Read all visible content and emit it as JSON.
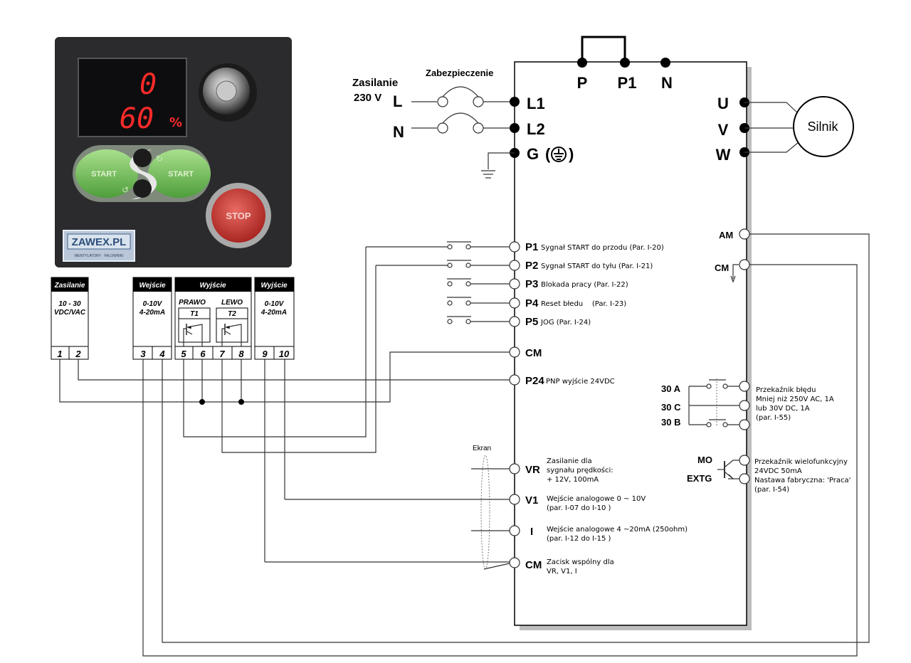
{
  "supply": {
    "title1": "Zasilanie",
    "title2": "230 V",
    "L": "L",
    "N": "N",
    "protection": "Zabezpieczenie"
  },
  "top_terminals": [
    "P",
    "P1",
    "N"
  ],
  "power_in": [
    "L1",
    "L2",
    "G"
  ],
  "motor": {
    "terminals": [
      "U",
      "V",
      "W"
    ],
    "label": "Silnik"
  },
  "digital_inputs": [
    {
      "name": "P1",
      "desc": "Sygnał START do przodu (Par. I-20)"
    },
    {
      "name": "P2",
      "desc": "Sygnał START do tyłu (Par. I-21)"
    },
    {
      "name": "P3",
      "desc": "Blokada pracy (Par. I-22)"
    },
    {
      "name": "P4",
      "desc": "Reset błedu    (Par. I-23)"
    },
    {
      "name": "P5",
      "desc": "JOG (Par. I-24)"
    }
  ],
  "cm": "CM",
  "p24": {
    "name": "P24",
    "desc": "PNP wyjście 24VDC"
  },
  "analog": {
    "shield": "Ekran",
    "vr": {
      "name": "VR",
      "desc": [
        "Zasilanie dla",
        "sygnału prędkości:",
        "+ 12V, 100mA"
      ]
    },
    "v1": {
      "name": "V1",
      "desc": [
        "Wejście analogowe 0 ~ 10V",
        "(par. I-07 do I-10 )"
      ]
    },
    "i": {
      "name": "I",
      "desc": [
        "Wejście analogowe 4 ~20mA (250ohm)",
        "(par. I-12 do I-15 )"
      ]
    },
    "cm": {
      "name": "CM",
      "desc": [
        "Zacisk wspólny dla",
        "VR, V1, I"
      ]
    }
  },
  "right_outputs": {
    "am": "AM",
    "cm": "CM",
    "relay": {
      "terms": [
        "30 A",
        "30 C",
        "30 B"
      ],
      "desc": [
        "Przekaźnik błędu",
        "Mniej niż 250V AC, 1A",
        "lub 30V DC, 1A",
        "(par. I-55)"
      ]
    },
    "mo": {
      "terms": [
        "MO",
        "EXTG"
      ],
      "desc": [
        "Przekaźnik wielofunkcyjny",
        "24VDC 50mA",
        "Nastawa fabryczna: 'Praca'",
        "(par. I-54)"
      ]
    }
  },
  "controller": {
    "display_top": "0",
    "display_bottom": "60",
    "unit": "%",
    "start_left": "START",
    "start_right": "START",
    "stop": "STOP",
    "brand": "ZAWEX.PL",
    "brand_sub": "WENTYLATORY · FALOWNIKI"
  },
  "terminal_blocks": [
    {
      "header": "Zasilanie",
      "body": [
        "10 - 30",
        "VDC/VAC"
      ],
      "terms": [
        "1",
        "2"
      ]
    },
    {
      "header": "Wejście",
      "body": [
        "0-10V",
        "4-20mA"
      ],
      "terms": [
        "3",
        "4"
      ]
    },
    {
      "header": "Wyjście",
      "body": [
        "PRAWO",
        "LEWO"
      ],
      "sub": [
        "T1",
        "T2"
      ],
      "terms": [
        "5",
        "6",
        "7",
        "8"
      ]
    },
    {
      "header": "Wyjście",
      "body": [
        "0-10V",
        "4-20mA"
      ],
      "terms": [
        "9",
        "10"
      ]
    }
  ]
}
